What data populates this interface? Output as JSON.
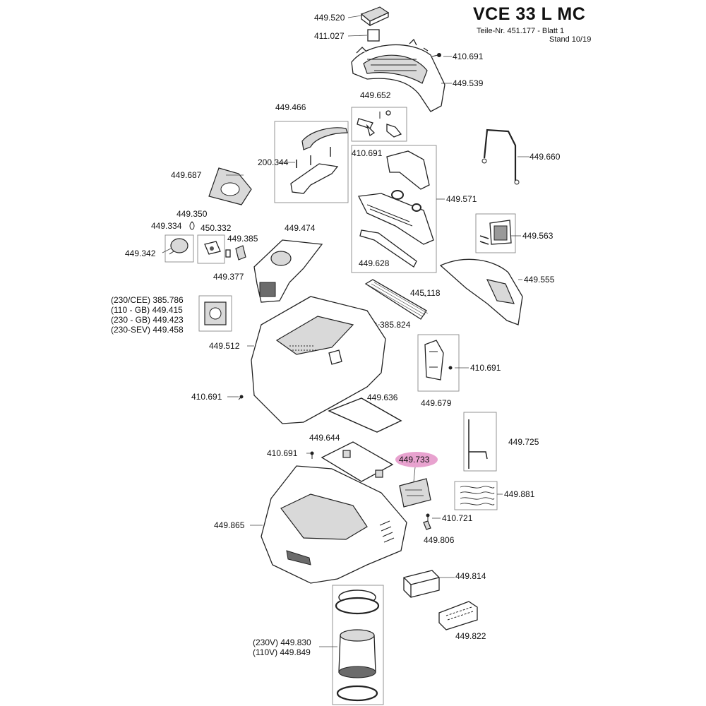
{
  "header": {
    "model": "VCE 33 L MC",
    "part_no": "Teile-Nr. 451.177 - Blatt 1",
    "stand": "Stand 10/19"
  },
  "highlight_color": "#e8a2cf",
  "labels": {
    "p449520": "449.520",
    "p411027": "411.027",
    "p410691_top": "410.691",
    "p449539": "449.539",
    "p449652": "449.652",
    "p449466": "449.466",
    "p449660": "449.660",
    "p410691_rib": "410.691",
    "p200344": "200.344",
    "p449687": "449.687",
    "p449571": "449.571",
    "p449350": "449.350",
    "p449334": "449.334",
    "p450332": "450.332",
    "p449474": "449.474",
    "p449385": "449.385",
    "p449342": "449.342",
    "p449563": "449.563",
    "p449628": "449.628",
    "p449377": "449.377",
    "p449555": "449.555",
    "p445118": "445.118",
    "p385786": "(230/CEE) 385.786",
    "p449415": "(110 - GB) 449.415",
    "p449423": "(230 - GB) 449.423",
    "p449458": "(230-SEV) 449.458",
    "p385824": "385.824",
    "p449512": "449.512",
    "p410691_latch": "410.691",
    "p449679": "449.679",
    "p410691_side": "410.691",
    "p449636": "449.636",
    "p449725": "449.725",
    "p449644": "449.644",
    "p410691_mid": "410.691",
    "p449733": "449.733",
    "p449881": "449.881",
    "p410721": "410.721",
    "p449865": "449.865",
    "p449806": "449.806",
    "p449814": "449.814",
    "p449822": "449.822",
    "p449830": "(230V) 449.830",
    "p449849": "(110V) 449.849"
  }
}
